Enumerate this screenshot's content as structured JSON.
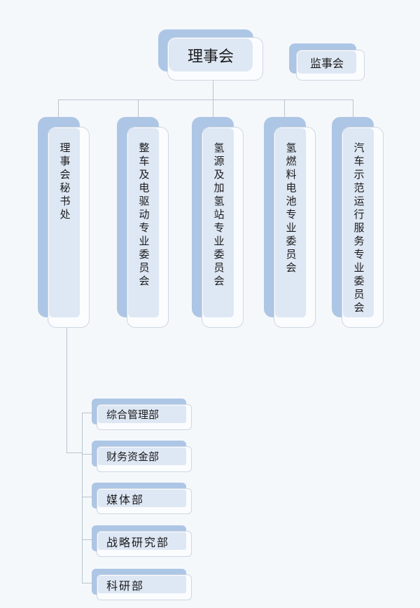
{
  "top": {
    "council": "理事会",
    "supervisors": "监事会"
  },
  "committees": [
    "理事会秘书处",
    "整车及电驱动专业委员会",
    "氢源及加氢站专业委员会",
    "氢燃料电池专业委员会",
    "汽车示范运行服务专业委员会"
  ],
  "departments": [
    "综合管理部",
    "财务资金部",
    "媒体部",
    "战略研究部",
    "科研部"
  ],
  "colors": {
    "accent": "#adc6e5",
    "fill": "#dee7f4",
    "line": "#b9c3cf",
    "background": "#f5f8fb"
  }
}
